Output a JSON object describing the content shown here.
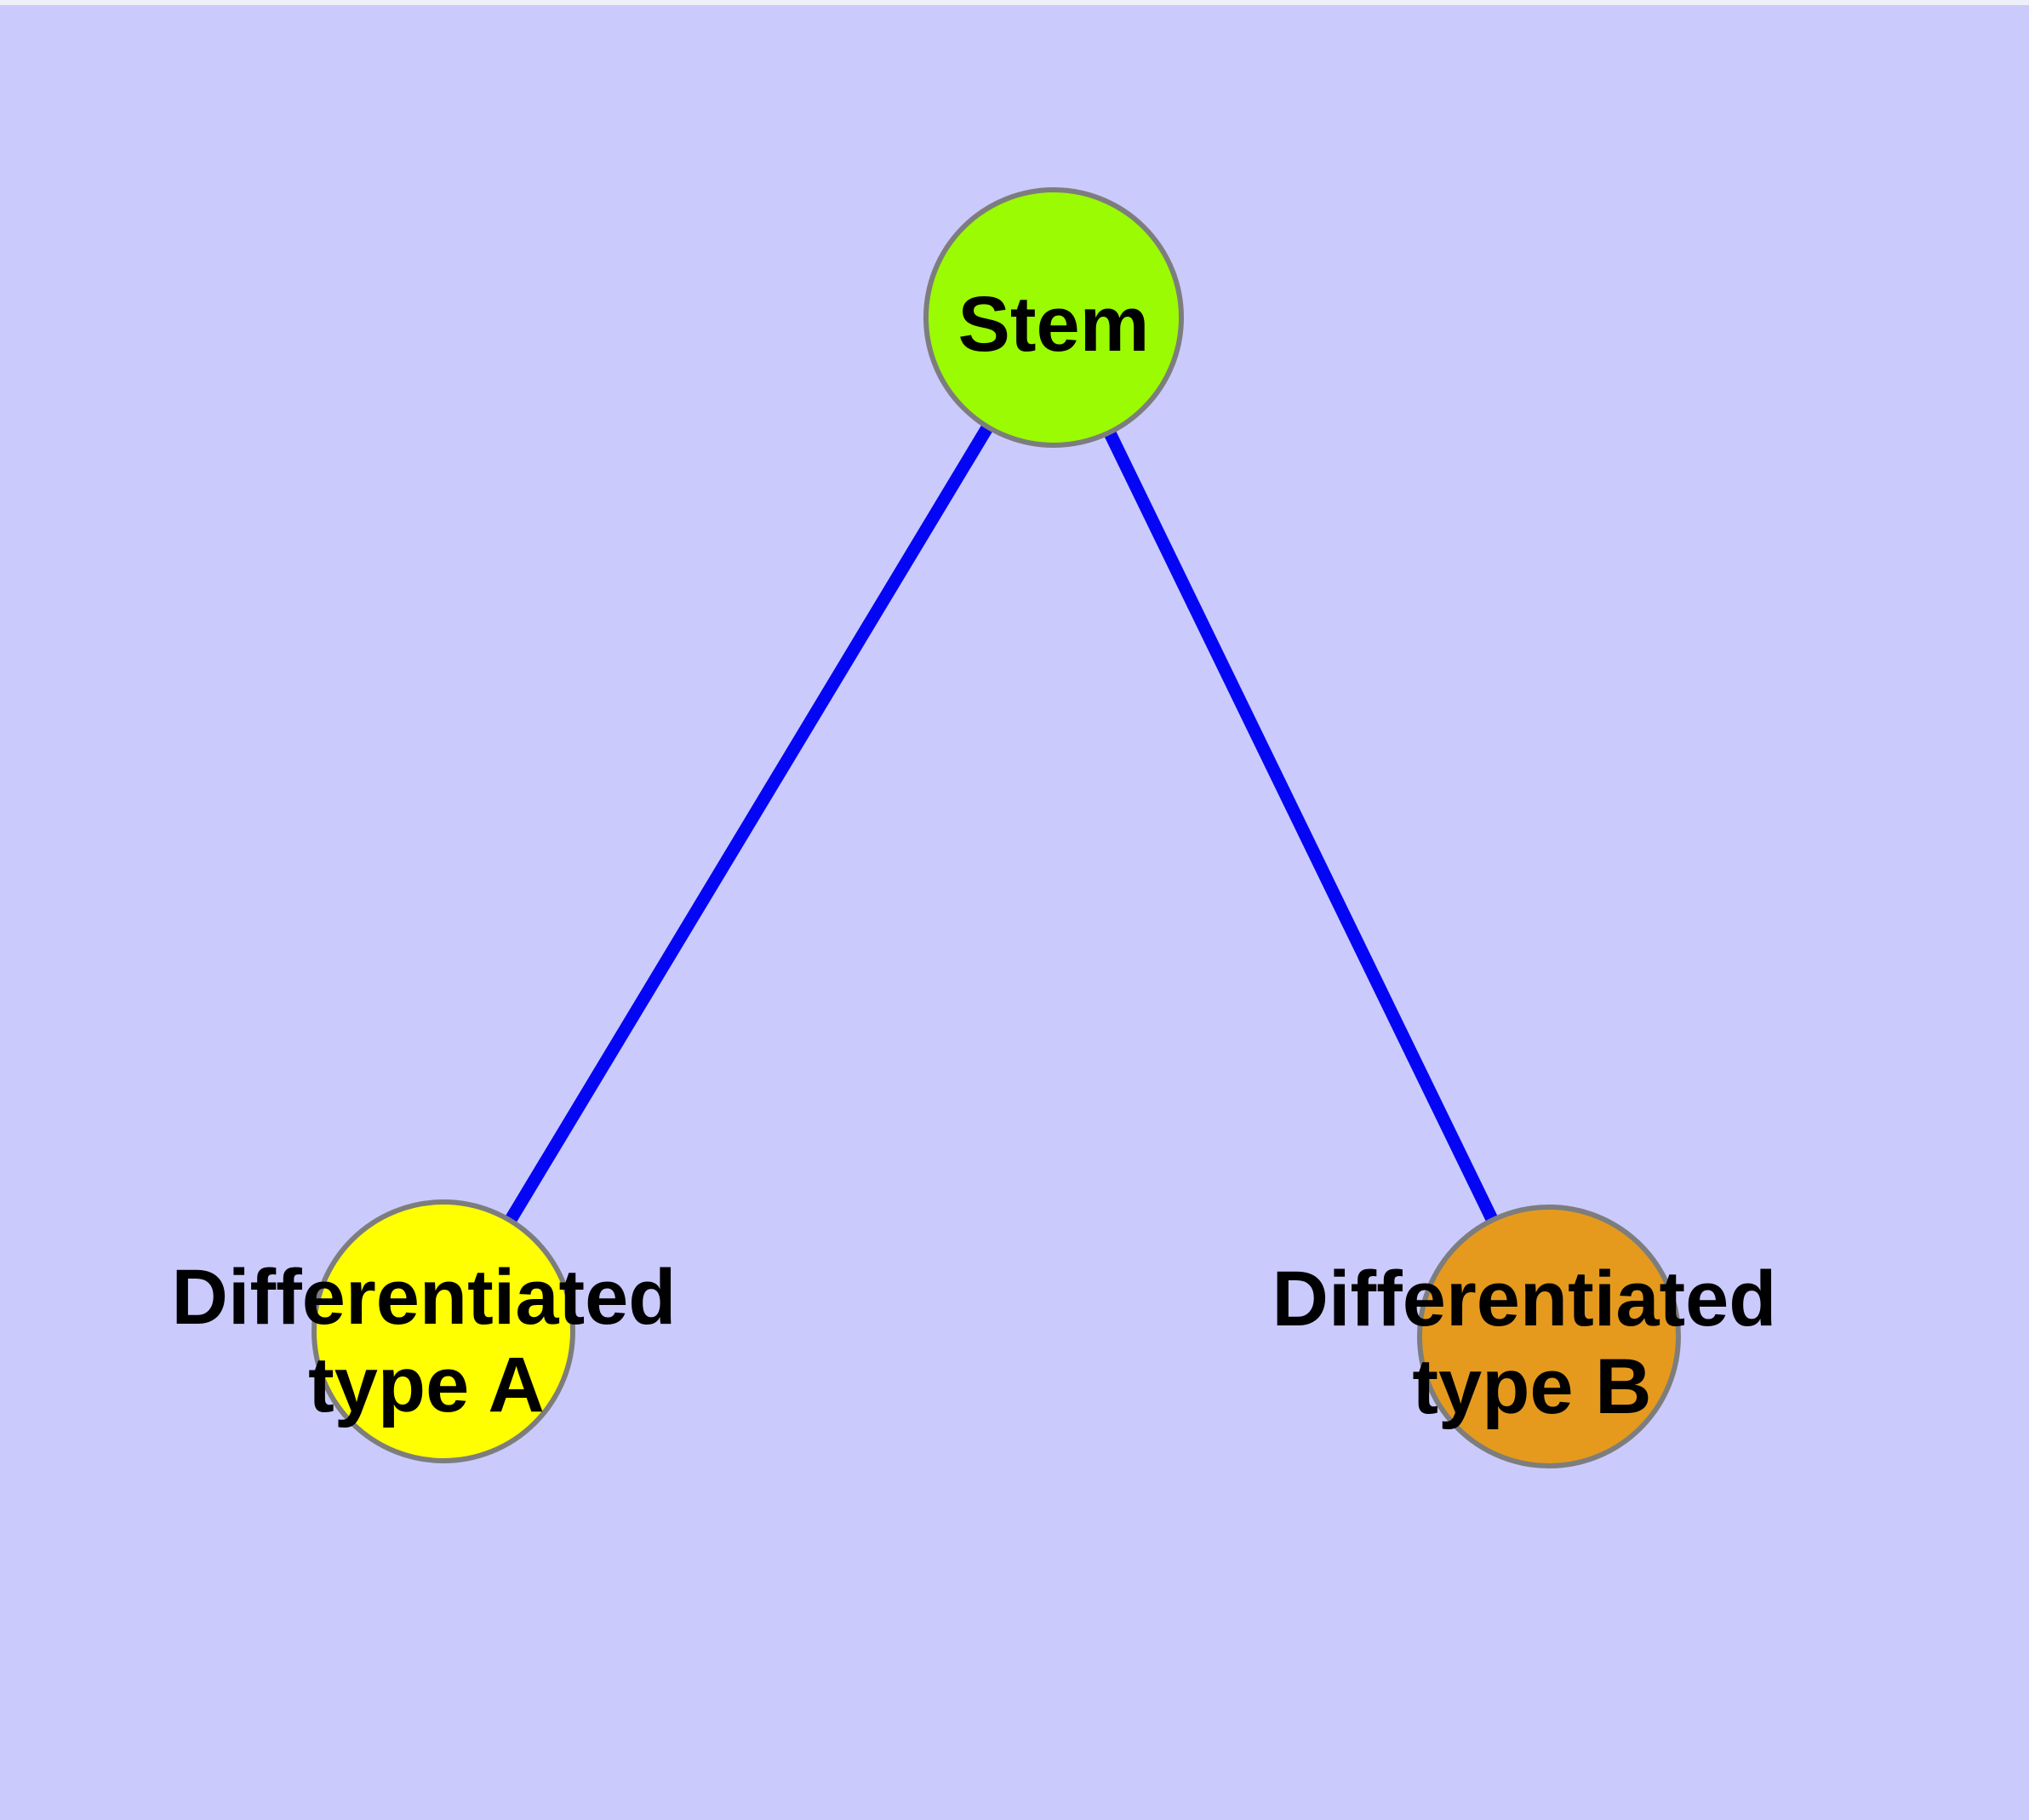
{
  "diagram": {
    "background_color": "#cacafc",
    "top_edge_color": "#efeff9",
    "edge_color": "#0505f5",
    "node_border_color": "#7d7d7d",
    "label_color": "#000000",
    "nodes": [
      {
        "id": "stem",
        "label": "Stem",
        "fill": "#9afb02"
      },
      {
        "id": "differentiated-type-a",
        "label": "Differentiated type A",
        "label_line1": "Differentiated",
        "label_line2": "type A",
        "fill": "#ffff00"
      },
      {
        "id": "differentiated-type-b",
        "label": "Differentiated type B",
        "label_line1": "Differentiated",
        "label_line2": "type B",
        "fill": "#e59a1e"
      }
    ],
    "edges": [
      {
        "from": "Stem",
        "to": "Differentiated type A"
      },
      {
        "from": "Stem",
        "to": "Differentiated type B"
      }
    ]
  }
}
